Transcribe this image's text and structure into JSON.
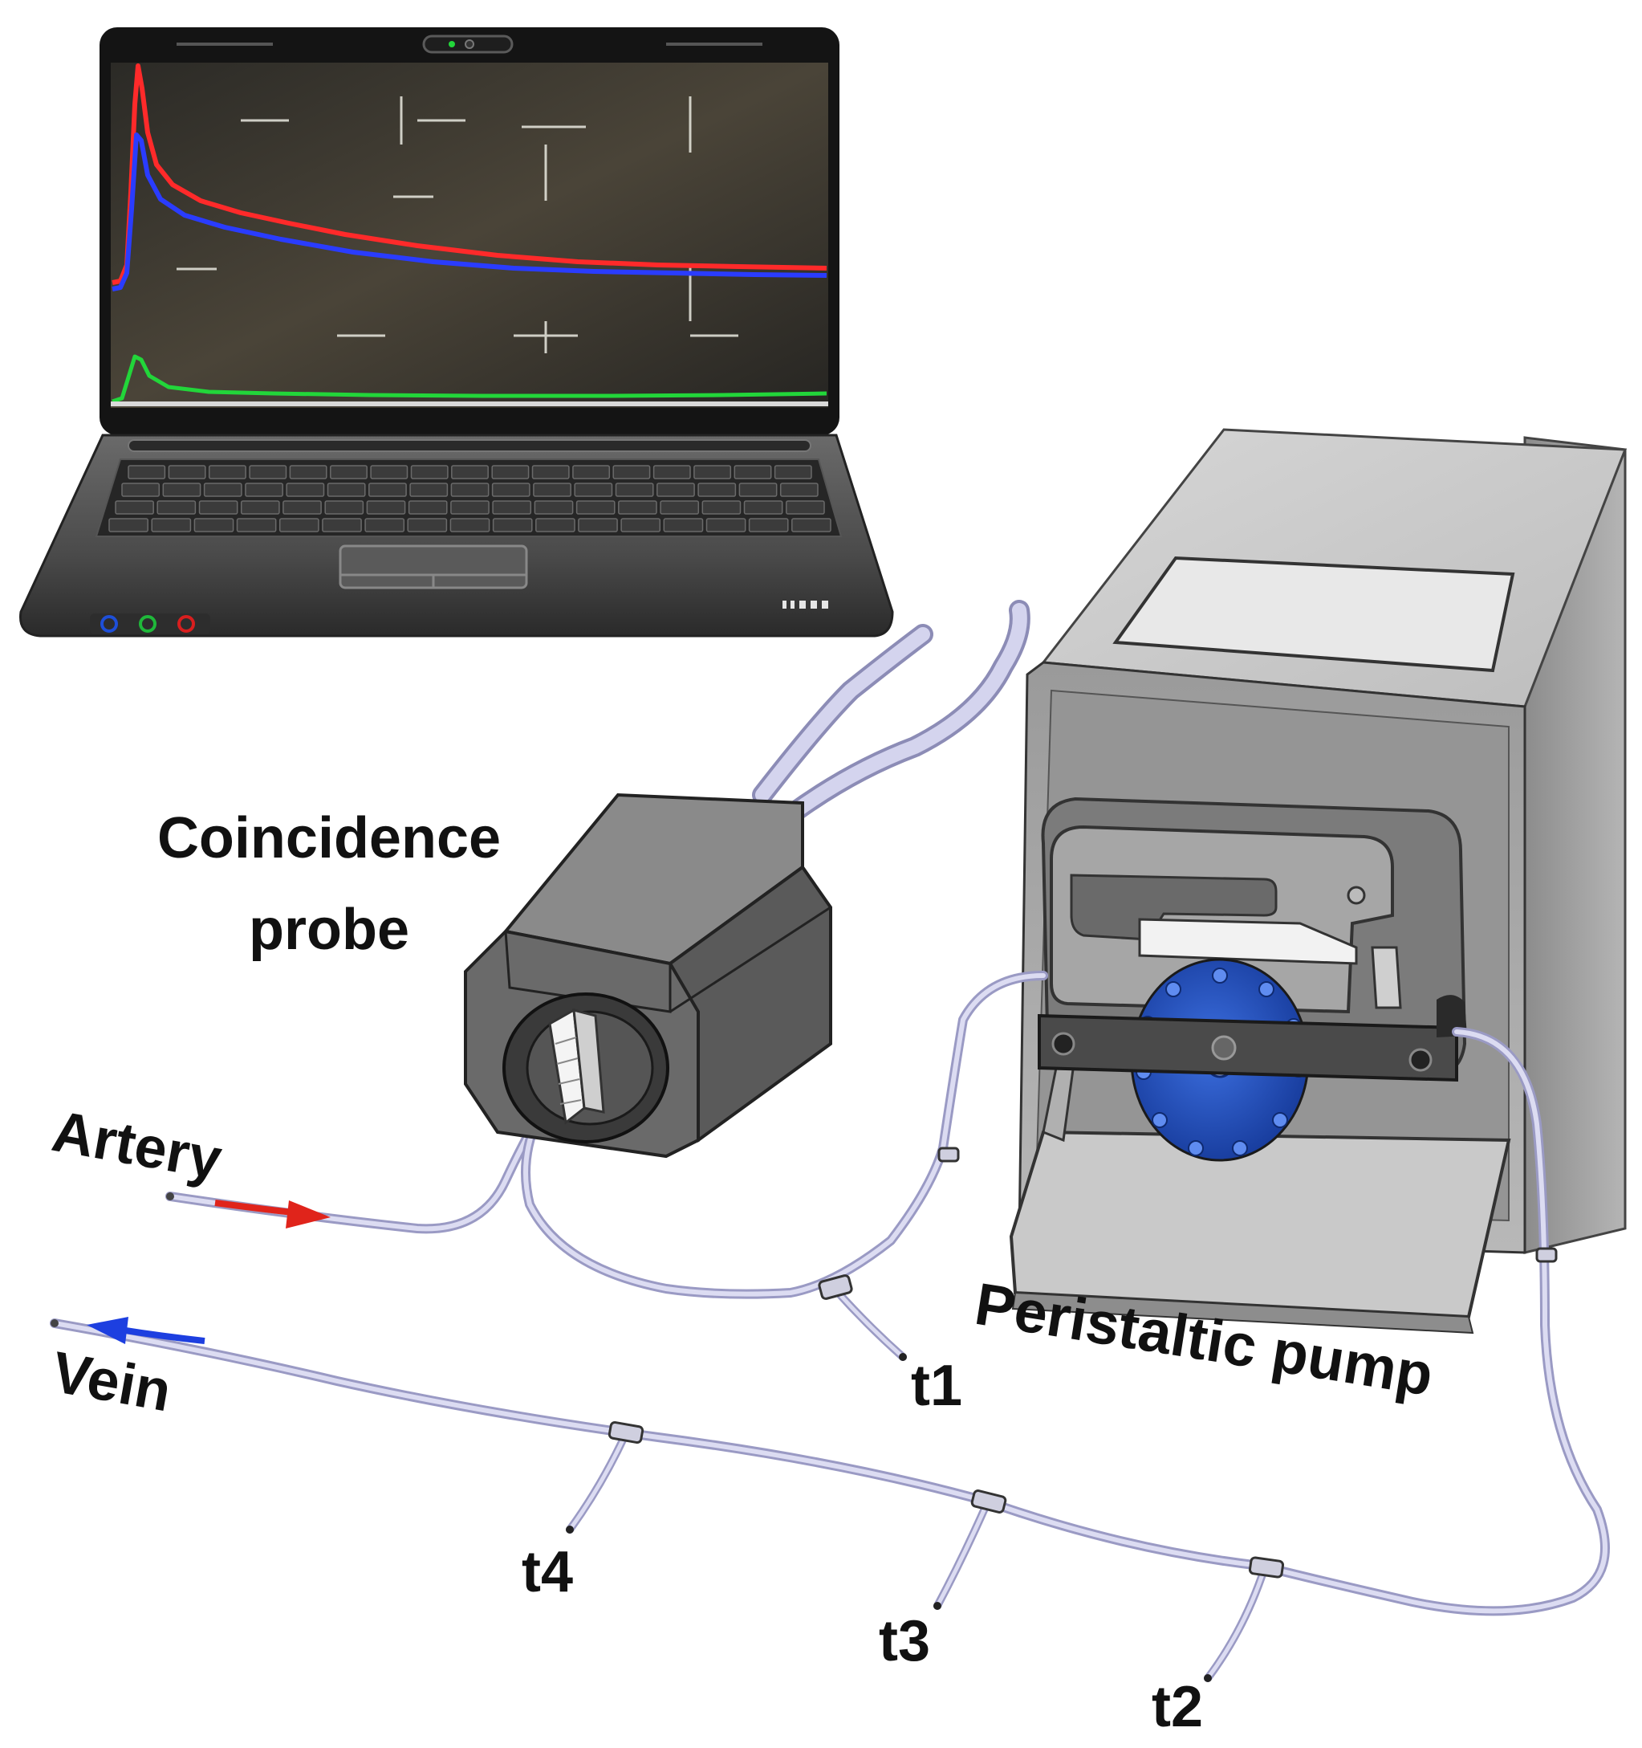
{
  "labels": {
    "coincidence_probe_line1": "Coincidence",
    "coincidence_probe_line2": "probe",
    "artery": "Artery",
    "vein": "Vein",
    "peristaltic_pump": "Peristaltic pump",
    "t1": "t1",
    "t2": "t2",
    "t3": "t3",
    "t4": "t4"
  },
  "colors": {
    "artery_arrow": "#e0241b",
    "vein_arrow": "#1d3fe0",
    "trace_red": "#ff2a2a",
    "trace_blue": "#2a3cff",
    "trace_green": "#22d63a",
    "tubing": "#c9c9e6",
    "pump_body": "#a9a9a9",
    "pump_rotor": "#1f4fbf",
    "laptop_body": "#3a3a3a",
    "probe_body": "#5e5e5e"
  },
  "laptop": {
    "port_colors": [
      "#1e4fd8",
      "#1fb83a",
      "#d81e1e"
    ]
  }
}
